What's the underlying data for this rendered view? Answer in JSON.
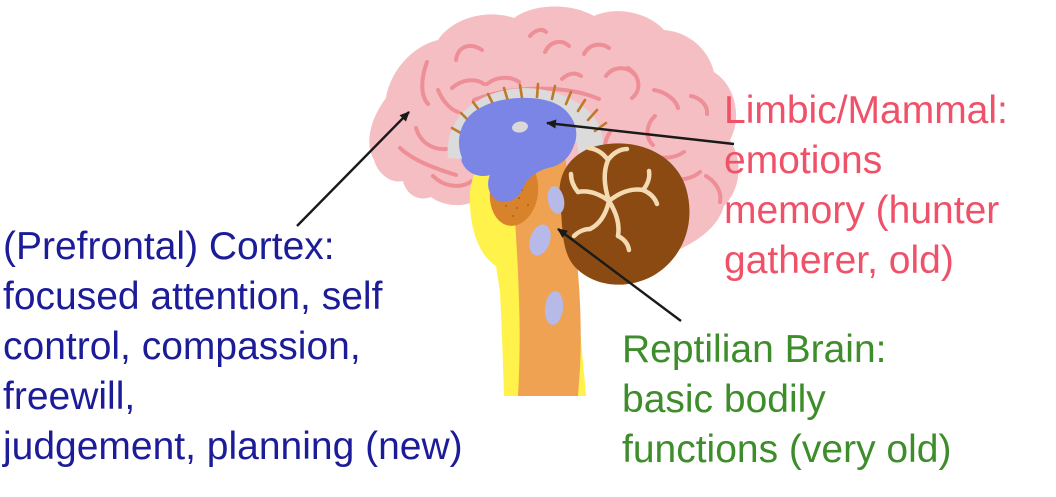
{
  "diagram": {
    "labels": {
      "cortex": {
        "text": "(Prefrontal) Cortex:\nfocused attention, self\ncontrol, compassion,\nfreewill,\njudgement, planning (new)",
        "color": "#1C1C99"
      },
      "limbic": {
        "text": "Limbic/Mammal:\nemotions\nmemory (hunter\ngatherer, old)",
        "color": "#EF5168"
      },
      "reptilian": {
        "text": "Reptilian Brain:\nbasic bodily\nfunctions (very old)",
        "color": "#3E8D2B"
      }
    },
    "regions": {
      "cerebrum": {
        "name": "cerebrum-cortex",
        "fill": "#F5BEC2",
        "gyri_stroke": "#EE8E97"
      },
      "limbic": {
        "name": "limbic-system",
        "fill": "#7A85E5",
        "band_fill": "#DBDBDB",
        "fan_stroke": "#BF7A28",
        "spot_fill": "#D8D8D8"
      },
      "cerebellum": {
        "name": "cerebellum",
        "fill": "#8A4A12",
        "branches_stroke": "#F3DAB2"
      },
      "brainstem": {
        "name": "brainstem",
        "fill": "#EFA252",
        "pons_fill": "#D8832B",
        "nuclei_fill": "#B7B9E8",
        "accent_beige": "#F0D5AF"
      },
      "spinal_cord": {
        "name": "spinal-cord",
        "fill": "#FFF24B"
      }
    },
    "arrow_color": "#1A1A1A",
    "background": "#FFFFFF"
  }
}
